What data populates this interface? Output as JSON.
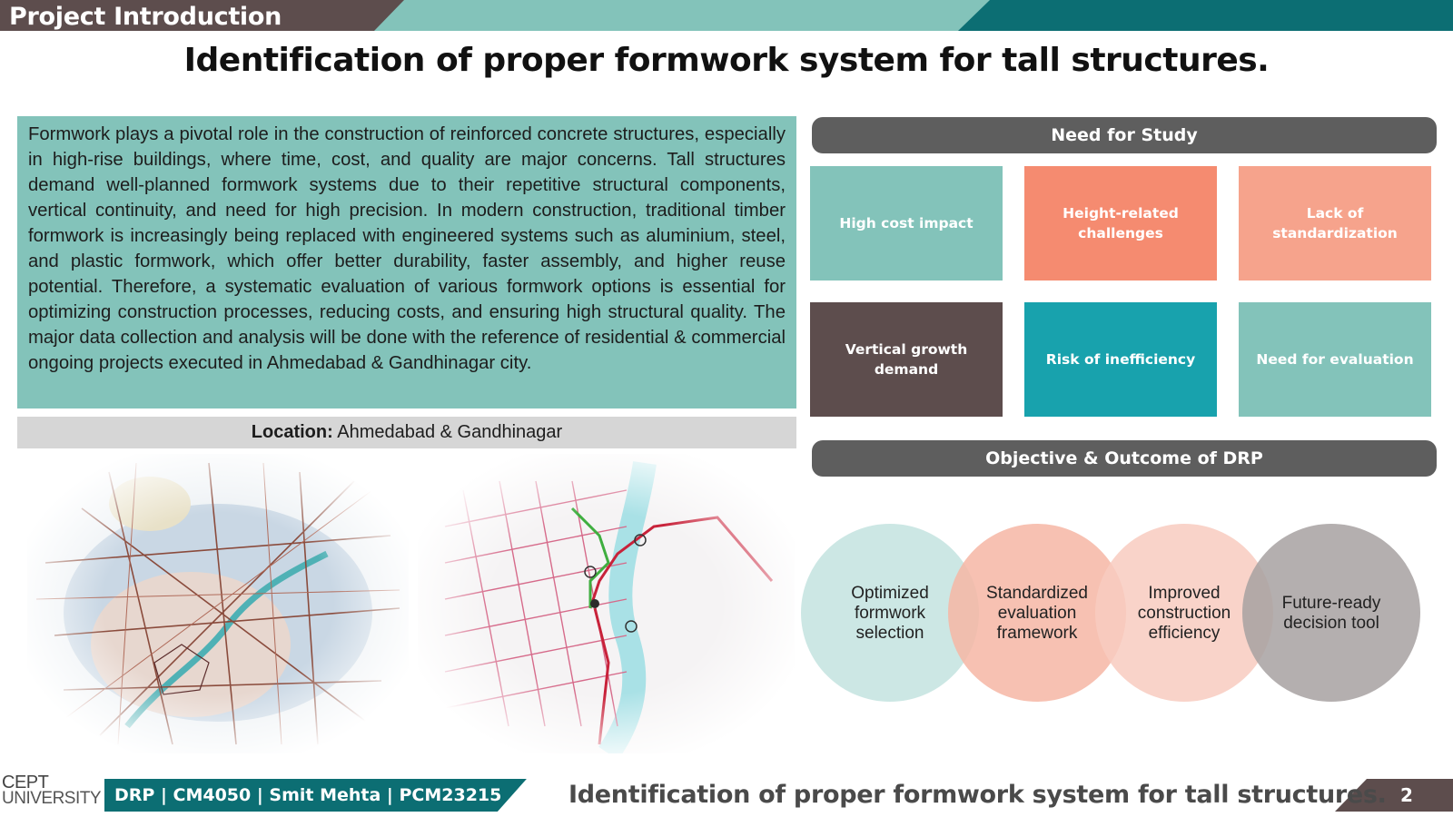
{
  "header": {
    "section_label": "Project Introduction",
    "title": "Identification of proper formwork system for tall structures."
  },
  "intro": {
    "text": "Formwork plays a pivotal role in the construction of reinforced concrete structures, especially in high-rise buildings, where time, cost, and quality are major concerns. Tall structures demand well-planned formwork systems due to their repetitive structural components, vertical continuity, and need for high precision. In modern construction, traditional timber formwork is increasingly being replaced with engineered systems such as aluminium, steel, and plastic formwork, which offer better durability, faster assembly, and higher reuse potential. Therefore, a systematic evaluation of various formwork options is essential for optimizing construction processes, reducing costs, and ensuring high structural quality. The major data collection and analysis will be done with the reference of residential & commercial ongoing projects executed in Ahmedabad  & Gandhinagar city."
  },
  "location": {
    "label": "Location:",
    "value": " Ahmedabad & Gandhinagar"
  },
  "need_for_study": {
    "title": "Need for Study",
    "tiles": [
      {
        "label": "High cost impact",
        "color": "#83c3ba"
      },
      {
        "label": "Height-related challenges",
        "color": "#f58b70"
      },
      {
        "label": "Lack of standardization",
        "color": "#f6a38c"
      },
      {
        "label": "Vertical growth demand",
        "color": "#5d4d4d"
      },
      {
        "label": "Risk of inefficiency",
        "color": "#18a2ad"
      },
      {
        "label": "Need for evaluation",
        "color": "#83c3ba"
      }
    ]
  },
  "objective": {
    "title": "Objective & Outcome of DRP",
    "circles": [
      {
        "lines": [
          "Optimized",
          "formwork",
          "selection"
        ],
        "color": "#c3e3df"
      },
      {
        "lines": [
          "Standardized",
          "evaluation",
          "framework"
        ],
        "color": "#f6b6a5"
      },
      {
        "lines": [
          "Improved",
          "construction",
          "efficiency"
        ],
        "color": "#f8cbc0"
      },
      {
        "lines": [
          "Future-ready",
          "decision tool"
        ],
        "color": "#a7a1a1"
      }
    ]
  },
  "footer": {
    "logo_line1": "CEPT",
    "logo_line2": "UNIVERSITY",
    "credit": "DRP | CM4050 | Smit Mehta | PCM23215",
    "title": "Identification of proper formwork system for tall structures.",
    "page_number": "2"
  },
  "colors": {
    "teal_light": "#83c3ba",
    "teal_dark": "#0c6e73",
    "dark_brown": "#5d4d4d",
    "grey_header": "#5e5e5e"
  }
}
